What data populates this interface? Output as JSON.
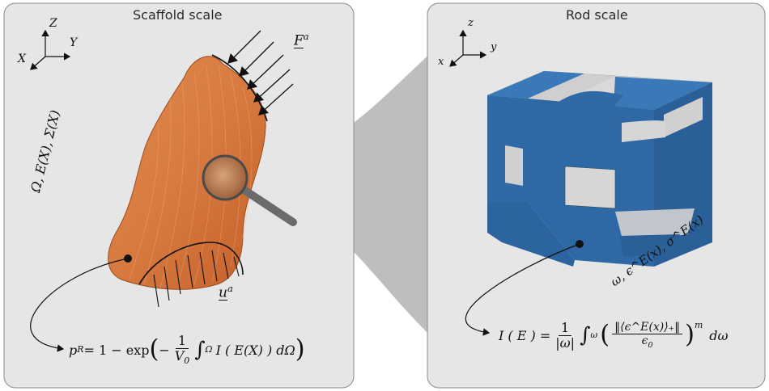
{
  "left_panel": {
    "title": "Scaffold scale",
    "axes": {
      "z": "Z",
      "y": "Y",
      "x": "X"
    },
    "force_label": {
      "base": "F",
      "sup": "a"
    },
    "field_label": "Ω, E(X), Σ(X)",
    "displacement_label": {
      "base": "u",
      "sup": "a"
    },
    "formula": {
      "lhs": "p",
      "lhs_sub": "R",
      "eq": " = 1 − exp",
      "frac_num": "1",
      "frac_den": "V",
      "frac_den_sub": "0",
      "integral_sub": "Ω",
      "integrand": "I ( E(X) ) dΩ"
    }
  },
  "right_panel": {
    "title": "Rod scale",
    "axes": {
      "z": "z",
      "y": "y",
      "x": "x"
    },
    "field_label": "ω, ϵ^E(x), σ^E(x)",
    "formula": {
      "lhs": "I ( E ) =",
      "frac_num": "1",
      "frac_den": "|ω|",
      "integral_sub": "ω",
      "inner_num": "‖⟨ϵ^E(x)⟩₊‖",
      "inner_den": "ϵ",
      "inner_den_sub": "0",
      "exponent": "m",
      "dvar": "dω"
    }
  },
  "colors": {
    "panel_bg": "#e6e6e6",
    "panel_border": "#8a8a8a",
    "bone_orange": "#d4733a",
    "rod_blue": "#2e6aa8",
    "funnel_gray": "#b0b0b0"
  }
}
